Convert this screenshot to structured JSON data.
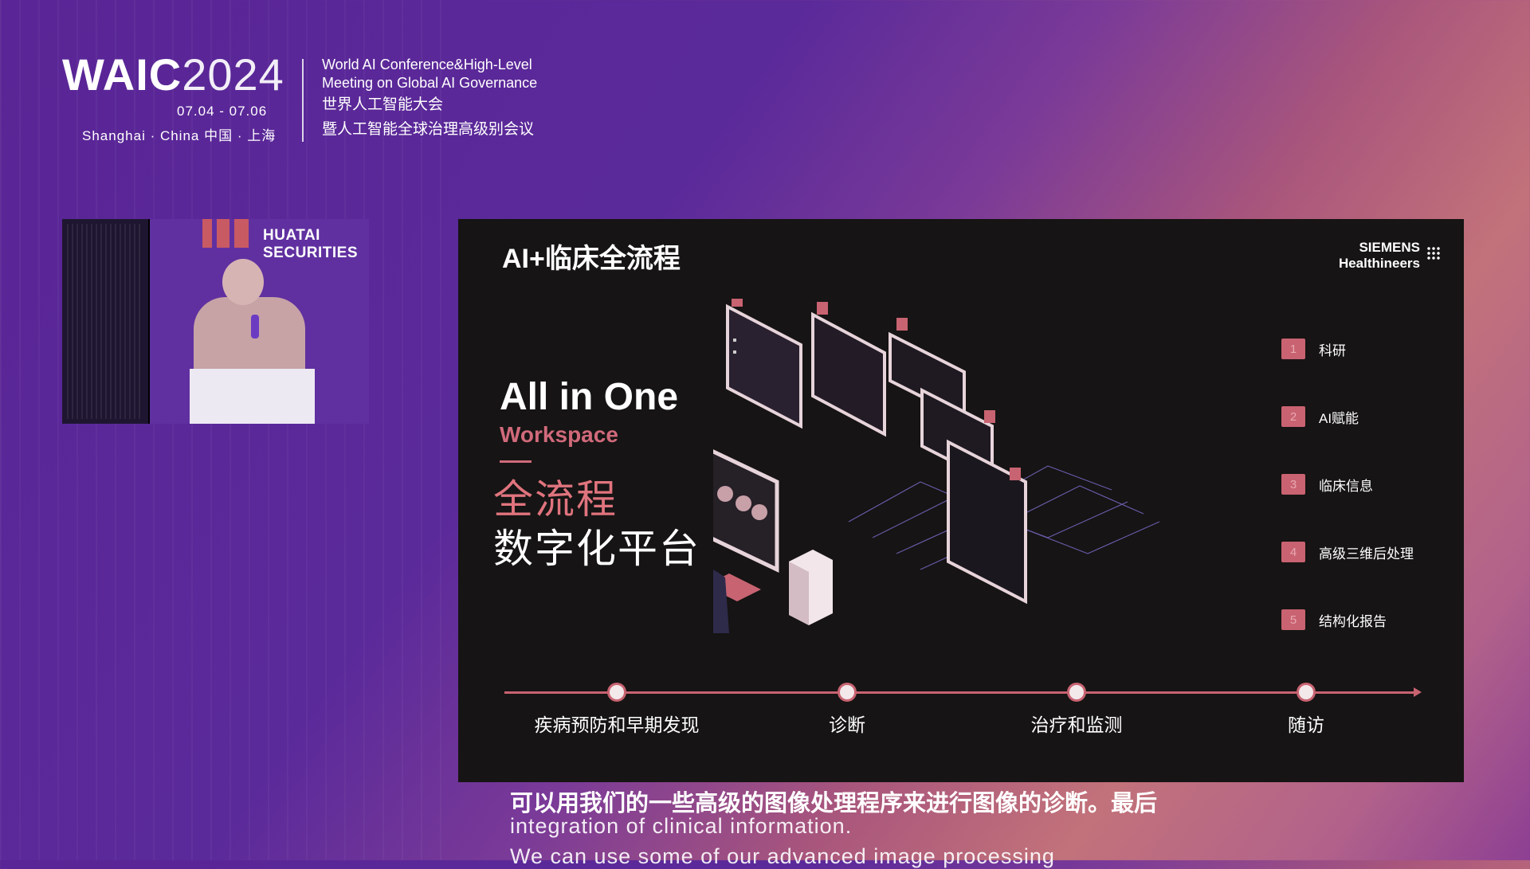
{
  "header": {
    "logo_waic": "WAIC",
    "logo_year": "2024",
    "dates": "07.04 - 07.06",
    "location": "Shanghai · China  中国 · 上海",
    "conf_en_line1": "World AI Conference&High-Level",
    "conf_en_line2": "Meeting on Global AI Governance",
    "conf_zh_line1": "世界人工智能大会",
    "conf_zh_line2": "暨人工智能全球治理高级别会议"
  },
  "video": {
    "sponsor_name": "HUATAI SECURITIES"
  },
  "slide": {
    "title": "AI+临床全流程",
    "brand_line1": "SIEMENS",
    "brand_line2": "Healthineers",
    "headline_en1": "All in One",
    "headline_en2": "Workspace",
    "headline_cn1": "全流程",
    "headline_cn2": "数字化平台",
    "legend": [
      {
        "num": "1",
        "label": "科研"
      },
      {
        "num": "2",
        "label": "AI赋能"
      },
      {
        "num": "3",
        "label": "临床信息"
      },
      {
        "num": "4",
        "label": "高级三维后处理"
      },
      {
        "num": "5",
        "label": "结构化报告"
      }
    ],
    "timeline": [
      "疾病预防和早期发现",
      "诊断",
      "治疗和监测",
      "随访"
    ]
  },
  "subtitles": {
    "zh": "可以用我们的一些高级的图像处理程序来进行图像的诊断。最后",
    "en": "integration of clinical information.",
    "en_next": "We can use some of our advanced image processing"
  },
  "colors": {
    "accent": "#c86371",
    "slide_bg": "#161414"
  }
}
